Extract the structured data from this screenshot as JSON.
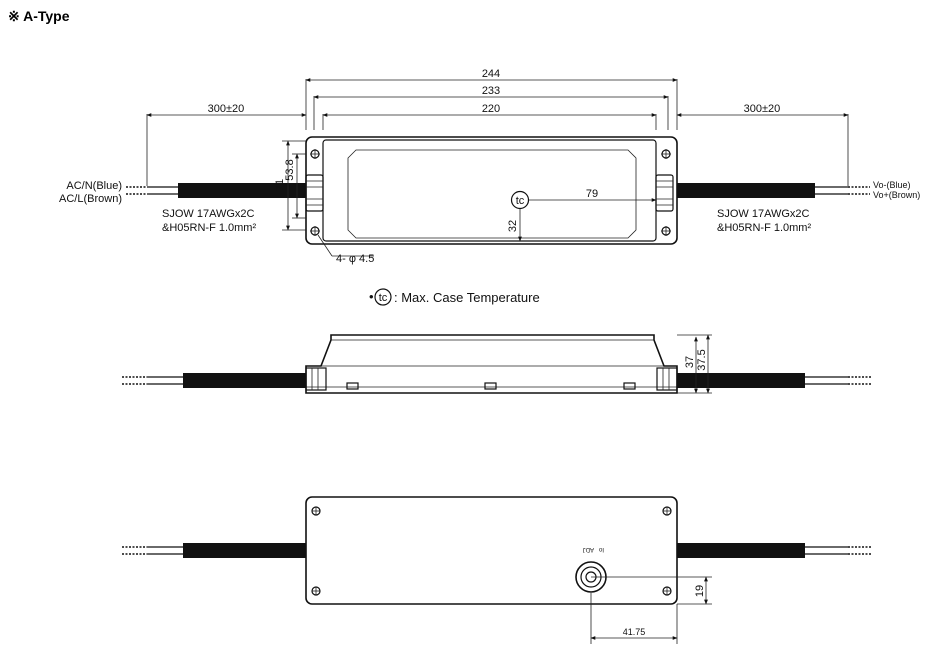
{
  "title": "※ A-Type",
  "top_view": {
    "dim_overall": "244",
    "dim_mid": "233",
    "dim_inner": "220",
    "dim_left_cable": "300±20",
    "dim_right_cable": "300±20",
    "dim_height": "71",
    "dim_hole_spacing": "53.8",
    "dim_tc_x": "79",
    "dim_tc_y": "32",
    "mounting_holes": "4- φ 4.5",
    "tc_symbol": "tc",
    "input_n": "AC/N(Blue)",
    "input_l": "AC/L(Brown)",
    "input_cable_line1": "SJOW 17AWGx2C",
    "input_cable_line2": "&H05RN-F 1.0mm²",
    "output_neg": "Vo-(Blue)",
    "output_pos": "Vo+(Brown)",
    "output_cable_line1": "SJOW 17AWGx2C",
    "output_cable_line2": "&H05RN-F 1.0mm²"
  },
  "note": {
    "bullet": "•",
    "symbol": "tc",
    "text": ": Max. Case Temperature"
  },
  "side_view": {
    "dim_37": "37",
    "dim_37_5": "37.5"
  },
  "bottom_view": {
    "dim_19": "19",
    "dim_41_75": "41.75",
    "adj_label_a": "ADJ",
    "adj_label_b": "Io"
  }
}
